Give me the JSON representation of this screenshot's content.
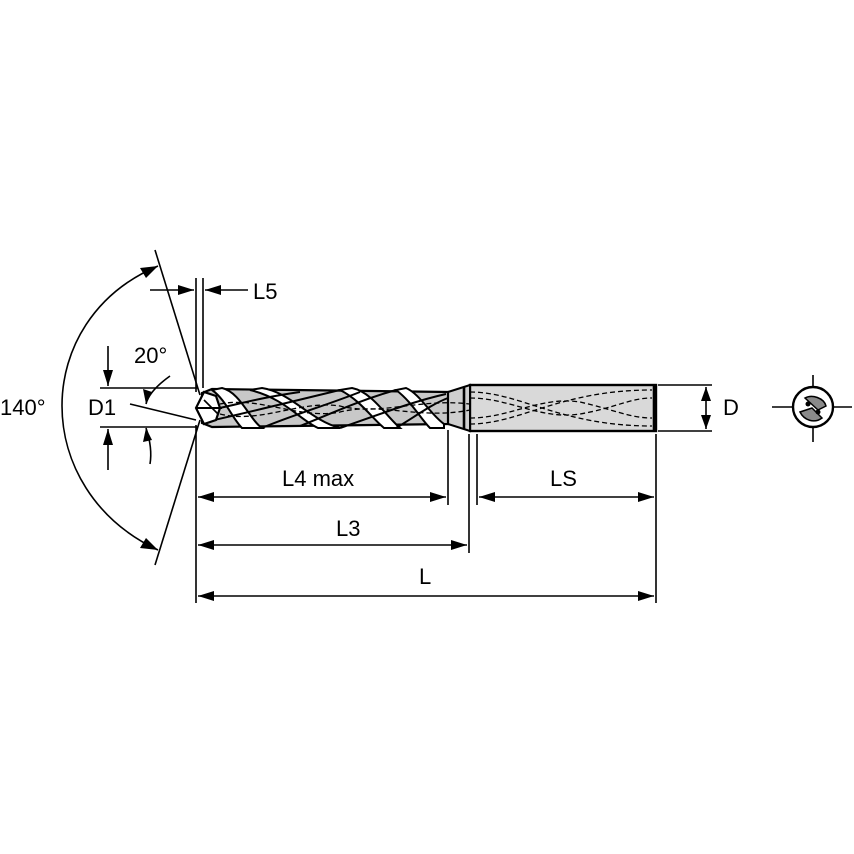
{
  "diagram": {
    "labels": {
      "l5": "L5",
      "angle_20": "20°",
      "angle_140": "140°",
      "d1": "D1",
      "d": "D",
      "l4max": "L4 max",
      "ls": "LS",
      "l3": "L3",
      "l": "L"
    }
  }
}
